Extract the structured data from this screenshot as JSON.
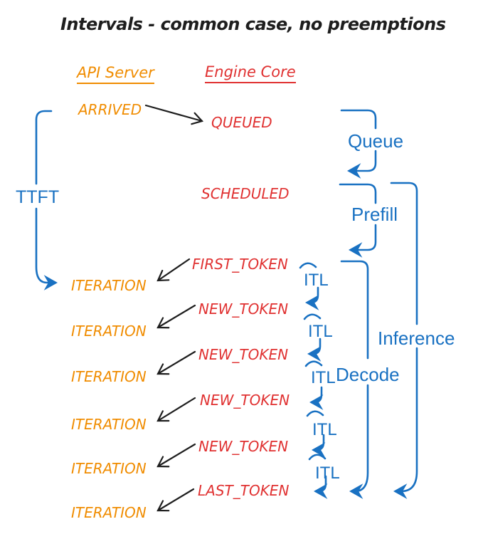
{
  "title": "Intervals - common case, no preemptions",
  "columns": {
    "api_server": "API Server",
    "engine_core": "Engine Core"
  },
  "api_events": {
    "arrived": "ARRIVED",
    "iteration_labels": [
      "ITERATION",
      "ITERATION",
      "ITERATION",
      "ITERATION",
      "ITERATION",
      "ITERATION"
    ]
  },
  "engine_events": {
    "queued": "QUEUED",
    "scheduled": "SCHEDULED",
    "first_token": "FIRST_TOKEN",
    "new_token_labels": [
      "NEW_TOKEN",
      "NEW_TOKEN",
      "NEW_TOKEN",
      "NEW_TOKEN"
    ],
    "last_token": "LAST_TOKEN"
  },
  "interval_labels": {
    "ttft": "TTFT",
    "queue": "Queue",
    "prefill": "Prefill",
    "itl": [
      "ITL",
      "ITL",
      "ITL",
      "ITL",
      "ITL"
    ],
    "decode": "Decode",
    "inference": "Inference"
  },
  "colors": {
    "api_server_orange": "#f08c00",
    "engine_core_red": "#e03131",
    "interval_blue": "#1971c2",
    "arrow_black": "#1e1e1e",
    "background": "#ffffff"
  }
}
